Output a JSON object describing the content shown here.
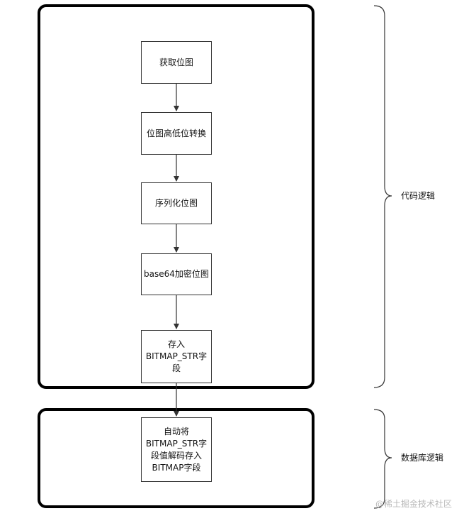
{
  "groups": {
    "code": {
      "label": "代码逻辑"
    },
    "database": {
      "label": "数据库逻辑"
    }
  },
  "nodes": {
    "get_bitmap": "获取位图",
    "bit_order_convert": "位图高低位转换",
    "serialize_bitmap": "序列化位图",
    "base64_encode": "base64加密位图",
    "store_field": "存入\nBITMAP_STR字\n段",
    "auto_decode": "自动将\nBITMAP_STR字\n段值解码存入\nBITMAP字段"
  },
  "watermark": "@稀土掘金技术社区"
}
